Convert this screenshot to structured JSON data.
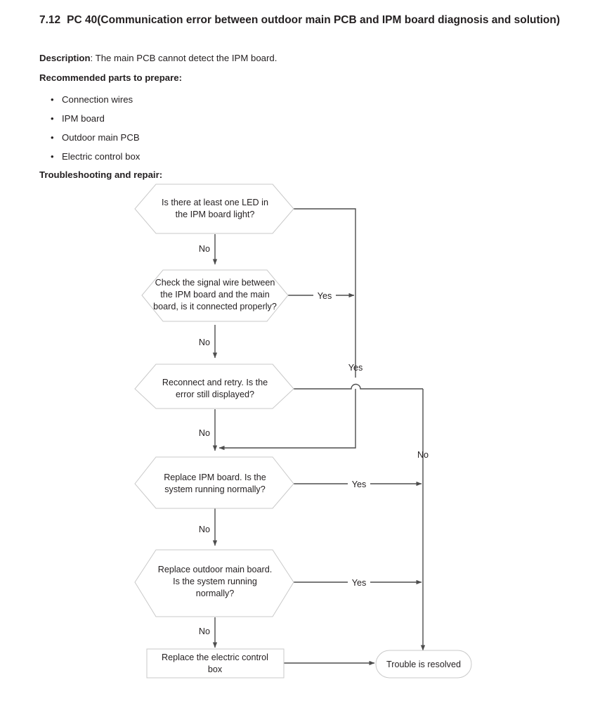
{
  "document": {
    "heading_number": "7.12",
    "heading_text": "PC 40(Communication error between outdoor main PCB and IPM board diagnosis and solution)",
    "description_label": "Description",
    "description_text": ": The main PCB cannot detect the IPM board.",
    "parts_heading": "Recommended parts to prepare:",
    "parts": [
      "Connection wires",
      "IPM board",
      "Outdoor main PCB",
      "Electric control box"
    ],
    "troubleshooting_heading": "Troubleshooting and repair:"
  },
  "flowchart": {
    "nodes": [
      {
        "id": "n1",
        "shape": "hexagon",
        "lines": [
          "Is there at least one LED in",
          "the IPM board light?"
        ]
      },
      {
        "id": "n2",
        "shape": "hexagon",
        "lines": [
          "Check the signal wire between",
          "the IPM board and the main",
          "board, is it connected properly?"
        ]
      },
      {
        "id": "n3",
        "shape": "hexagon",
        "lines": [
          "Reconnect and retry. Is the",
          "error still displayed?"
        ]
      },
      {
        "id": "n4",
        "shape": "hexagon",
        "lines": [
          "Replace IPM board. Is the",
          "system running normally?"
        ]
      },
      {
        "id": "n5",
        "shape": "hexagon",
        "lines": [
          "Replace outdoor main board.",
          "Is the system running",
          "normally?"
        ]
      },
      {
        "id": "n6",
        "shape": "rectangle",
        "lines": [
          "Replace the electric control",
          "box"
        ]
      },
      {
        "id": "n7",
        "shape": "pill",
        "lines": [
          "Trouble is resolved"
        ]
      }
    ],
    "edge_labels": {
      "n1_no": "No",
      "n1_yes": "Yes",
      "n2_no": "No",
      "n2_yes": "Yes",
      "n3_no": "No",
      "n3_yes": "No",
      "n4_no": "No",
      "n4_yes": "Yes",
      "n5_no": "No",
      "n5_yes": "Yes"
    },
    "colors": {
      "shape_stroke": "#c9c9c9",
      "shape_fill": "#ffffff",
      "connector": "#4d4d4d",
      "text": "#231f20"
    }
  }
}
